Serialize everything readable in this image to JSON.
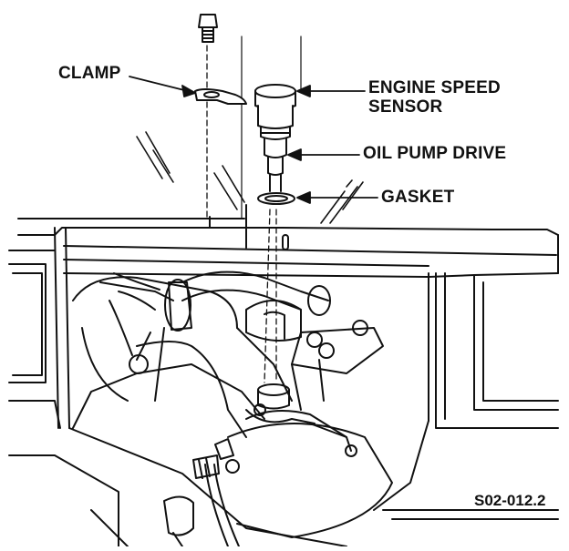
{
  "labels": {
    "clamp": "CLAMP",
    "engine_speed_sensor_line1": "ENGINE SPEED",
    "engine_speed_sensor_line2": "SENSOR",
    "oil_pump_drive": "OIL PUMP DRIVE",
    "gasket": "GASKET"
  },
  "figure_code": "S02-012.2",
  "colors": {
    "ink": "#111111",
    "paper": "#ffffff",
    "shade": "#d8d8d8"
  }
}
